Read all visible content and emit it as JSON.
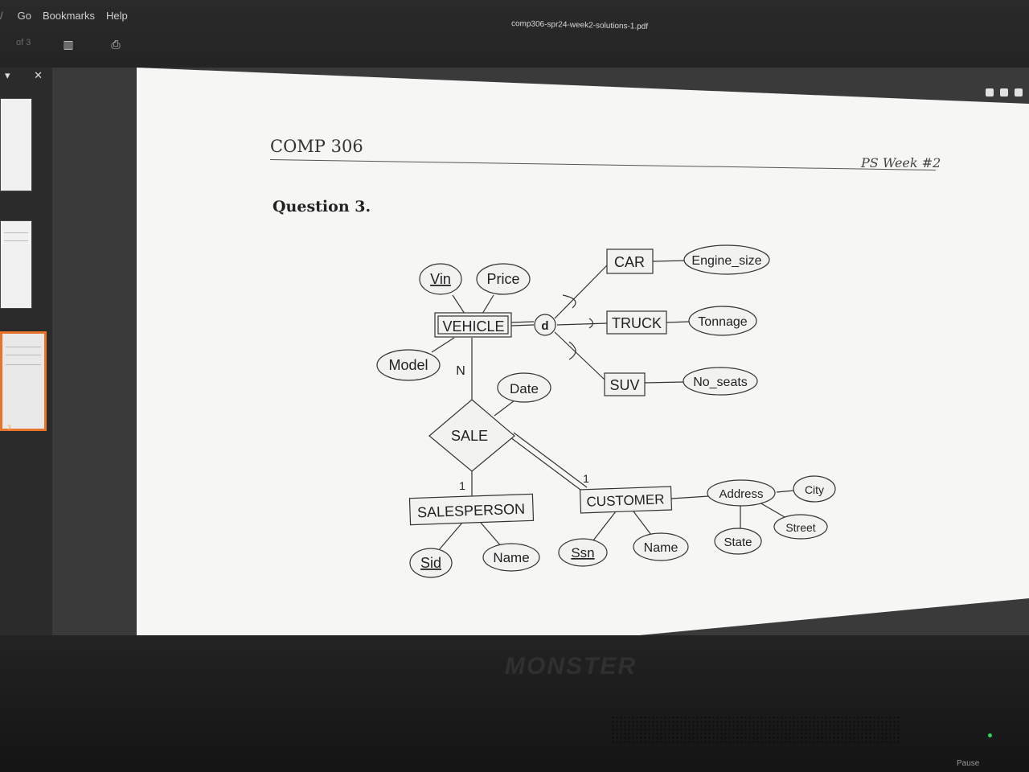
{
  "menu": {
    "items": [
      "Go",
      "Bookmarks",
      "Help"
    ]
  },
  "document": {
    "filename": "comp306-spr24-week2-solutions-1.pdf",
    "page_counter": "of 3"
  },
  "sidebar": {
    "active_page": "3"
  },
  "page": {
    "course": "COMP 306",
    "week": "PS Week #2",
    "question": "Question 3."
  },
  "diagram": {
    "entities": [
      "VEHICLE",
      "CAR",
      "TRUCK",
      "SUV",
      "SALESPERSON",
      "CUSTOMER"
    ],
    "relationship": "SALE",
    "specialization": "d",
    "attributes": {
      "vin": "Vin",
      "price": "Price",
      "model": "Model",
      "engine_size": "Engine_size",
      "tonnage": "Tonnage",
      "no_seats": "No_seats",
      "date": "Date",
      "sid": "Sid",
      "salesperson_name": "Name",
      "ssn": "Ssn",
      "customer_name": "Name",
      "address": "Address",
      "city": "City",
      "street": "Street",
      "state": "State"
    },
    "cardinality": {
      "vehicle": "N",
      "salesperson": "1",
      "customer": "1"
    }
  },
  "laptop": {
    "brand": "MONSTER",
    "key_label": "Pause"
  }
}
